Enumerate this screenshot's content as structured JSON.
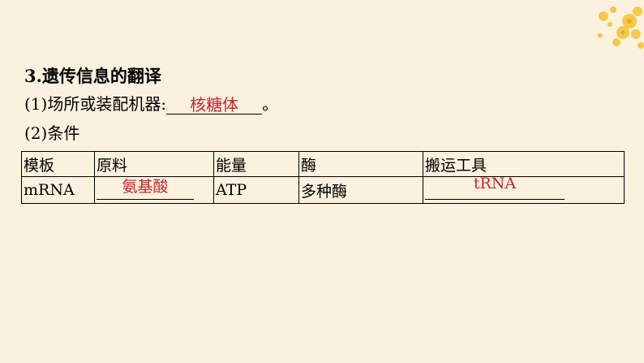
{
  "section": {
    "number": "3",
    "title": ".遗传信息的翻译"
  },
  "line1": {
    "prefix": "(1)场所或装配机器:",
    "answer": "核糖体",
    "suffix": "。"
  },
  "line2": {
    "text": "(2)条件"
  },
  "table": {
    "headers": [
      "模板",
      "原料",
      "能量",
      "酶",
      "搬运工具"
    ],
    "row": {
      "template": "mRNA",
      "material_answer": "氨基酸",
      "energy": "ATP",
      "enzyme": "多种酶",
      "carrier_answer": "tRNA"
    }
  },
  "colors": {
    "background": "#fbf1df",
    "answer": "#c1272d",
    "flower": "#f5c842"
  }
}
